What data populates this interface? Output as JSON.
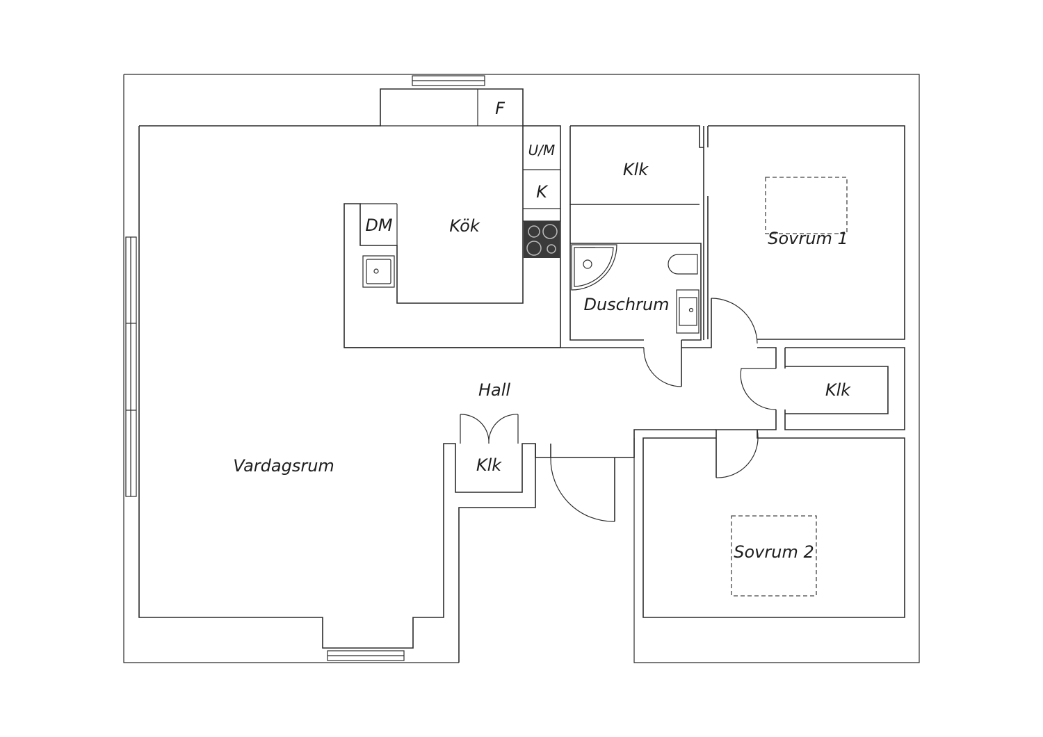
{
  "plan": {
    "labels": {
      "fridge": "F",
      "washer": "U/M",
      "freezer": "K",
      "dishwasher": "DM",
      "kitchen": "Kök",
      "closet_top": "Klk",
      "bedroom1": "Sovrum 1",
      "shower_room": "Duschrum",
      "hall": "Hall",
      "closet_right": "Klk",
      "closet_hall": "Klk",
      "living_room": "Vardagsrum",
      "bedroom2": "Sovrum 2"
    },
    "colors": {
      "line": "#2b2b2b",
      "stove": "#3a3a3a",
      "background": "#ffffff"
    },
    "icons": [
      "sink-icon",
      "stove-icon",
      "shower-icon",
      "toilet-icon",
      "basin-icon"
    ]
  }
}
